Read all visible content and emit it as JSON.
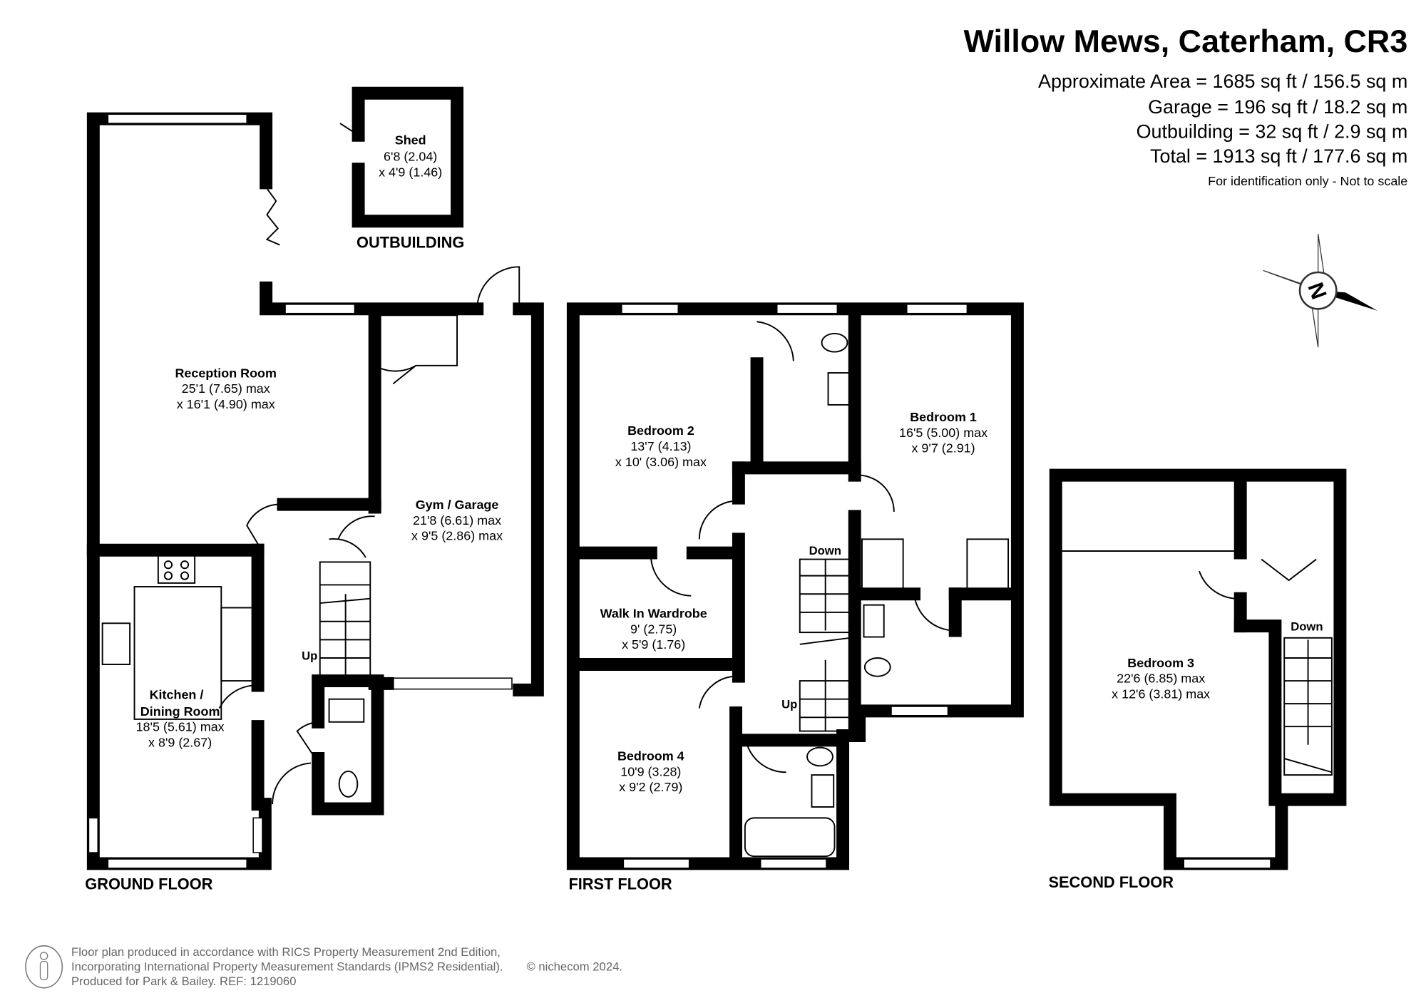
{
  "header": {
    "title": "Willow Mews, Caterham, CR3",
    "areas": [
      "Approximate Area = 1685 sq ft / 156.5 sq m",
      "Garage = 196 sq ft / 18.2 sq m",
      "Outbuilding = 32 sq ft / 2.9 sq m",
      "Total = 1913 sq ft / 177.6 sq m"
    ],
    "note": "For identification only - Not to scale"
  },
  "compass": {
    "label": "N"
  },
  "floors": {
    "ground": "GROUND FLOOR",
    "first": "FIRST FLOOR",
    "second": "SECOND FLOOR",
    "outbuilding": "OUTBUILDING"
  },
  "rooms": {
    "shed": {
      "name": "Shed",
      "d1": "6'8 (2.04)",
      "d2": "x 4'9 (1.46)"
    },
    "reception": {
      "name": "Reception Room",
      "d1": "25'1 (7.65) max",
      "d2": "x 16'1 (4.90) max"
    },
    "garage": {
      "name": "Gym / Garage",
      "d1": "21'8 (6.61) max",
      "d2": "x 9'5 (2.86) max"
    },
    "kitchen": {
      "name1": "Kitchen /",
      "name2": "Dining Room",
      "d1": "18'5 (5.61) max",
      "d2": "x 8'9 (2.67)"
    },
    "bedroom2": {
      "name": "Bedroom 2",
      "d1": "13'7 (4.13)",
      "d2": "x 10' (3.06) max"
    },
    "bedroom1": {
      "name": "Bedroom 1",
      "d1": "16'5 (5.00) max",
      "d2": "x 9'7 (2.91)"
    },
    "wardrobe": {
      "name": "Walk In Wardrobe",
      "d1": "9' (2.75)",
      "d2": "x 5'9 (1.76)"
    },
    "bedroom4": {
      "name": "Bedroom 4",
      "d1": "10'9 (3.28)",
      "d2": "x 9'2 (2.79)"
    },
    "bedroom3": {
      "name": "Bedroom 3",
      "d1": "22'6 (6.85) max",
      "d2": "x 12'6 (3.81) max"
    }
  },
  "stairs": {
    "up": "Up",
    "down": "Down"
  },
  "footer": {
    "line1": "Floor plan produced in accordance with RICS Property Measurement 2nd Edition,",
    "line2": "Incorporating International Property Measurement Standards (IPMS2 Residential).",
    "copyright": "© nichecom 2024.",
    "line3": "Produced for Park & Bailey.   REF:  1219060"
  }
}
